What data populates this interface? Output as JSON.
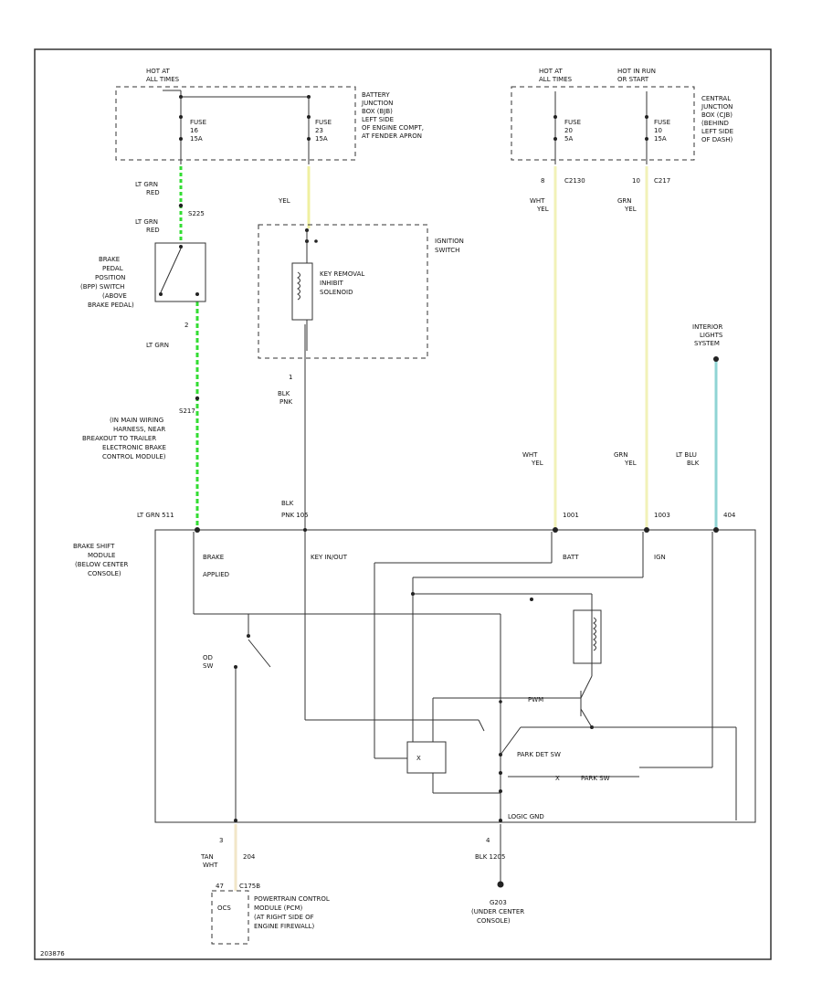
{
  "fuse_boxes": {
    "left": {
      "hot_at": [
        "HOT AT",
        "ALL TIMES"
      ],
      "desc": [
        "BATTERY",
        "JUNCTION",
        "BOX (BJB)",
        "LEFT SIDE",
        "OF ENGINE COMPT,",
        "AT FENDER APRON"
      ],
      "fuse_a": [
        "FUSE",
        "16",
        "15A"
      ],
      "fuse_b": [
        "FUSE",
        "23",
        "15A"
      ]
    },
    "right": {
      "hot_at_a": [
        "HOT AT",
        "ALL TIMES"
      ],
      "hot_at_b": [
        "HOT IN RUN",
        "OR START"
      ],
      "desc": [
        "CENTRAL",
        "JUNCTION",
        "BOX (CJB)",
        "(BEHIND",
        "LEFT SIDE",
        "OF DASH)"
      ],
      "fuse_a": [
        "FUSE",
        "20",
        "5A"
      ],
      "fuse_b": [
        "FUSE",
        "10",
        "15A"
      ]
    }
  },
  "wires": {
    "lt_grn_red_top": [
      "LT GRN",
      "RED"
    ],
    "splice_s225": "S225",
    "lt_grn_red_mid": [
      "LT GRN",
      "RED"
    ],
    "yel": "YEL",
    "wht_yel_top": [
      "WHT",
      "YEL"
    ],
    "grn_yel_top": [
      "GRN",
      "YEL"
    ],
    "pin_8": "8",
    "c2130": "C2130",
    "pin_10": "10",
    "c217": "C217",
    "pin_2": "2",
    "lt_grn_mid": "LT GRN",
    "pin_1": "1",
    "blk_pnk_mid": [
      "BLK",
      "PNK"
    ],
    "wht_yel_low": [
      "WHT",
      "YEL"
    ],
    "grn_yel_low": [
      "GRN",
      "YEL"
    ],
    "lt_blu_blk": [
      "LT BLU",
      "BLK"
    ],
    "lt_grn_511": "LT GRN  511",
    "blk_pnk_105": [
      "BLK",
      "PNK  105"
    ],
    "num_1001": "1001",
    "num_1003": "1003",
    "num_404": "404",
    "tan_wht": [
      "TAN",
      "WHT"
    ],
    "pin_3": "3",
    "num_204": "204",
    "pin_4": "4",
    "blk_1205": "BLK  1205"
  },
  "components": {
    "brake_switch": [
      "BRAKE",
      "PEDAL",
      "POSITION",
      "(BPP) SWITCH",
      "(ABOVE",
      "BRAKE PEDAL)"
    ],
    "ignition_switch": [
      "IGNITION",
      "SWITCH"
    ],
    "key_solenoid": [
      "KEY REMOVAL",
      "INHIBIT",
      "SOLENOID"
    ],
    "interior_lights": [
      "INTERIOR",
      "LIGHTS",
      "SYSTEM"
    ],
    "splice_s217": [
      "S217",
      "(IN MAIN WIRING",
      "HARNESS, NEAR",
      "BREAKOUT TO TRAILER",
      "ELECTRONIC BRAKE",
      "CONTROL MODULE)"
    ],
    "module": [
      "BRAKE SHIFT",
      "MODULE",
      "(BELOW CENTER",
      "CONSOLE)"
    ],
    "brake_applied": [
      "BRAKE",
      "APPLIED"
    ],
    "key_in_out": "KEY IN/OUT",
    "batt": "BATT",
    "ign": "IGN",
    "od_sw": [
      "OD",
      "SW"
    ],
    "park_det_sw": "PARK DET SW",
    "pwm": "PWM",
    "x_label": "X",
    "park_sw": "PARK SW",
    "logic_gnd": "LOGIC GND",
    "pcm_pin": "47",
    "pcm_conn": "C175B",
    "ocs": "OCS",
    "pcm_desc": [
      "POWERTRAIN CONTROL",
      "MODULE (PCM)",
      "(AT RIGHT SIDE OF",
      "ENGINE FIREWALL)"
    ],
    "ground_g203": [
      "G203",
      "(UNDER CENTER",
      "CONSOLE)"
    ]
  },
  "footer": {
    "code": "203876"
  },
  "colors": {
    "lt_grn": "#33dd33",
    "yel": "#f2f2b8",
    "lt_blu": "#8fd4d4",
    "tan_wht": "#f2e6c8",
    "line": "#333333"
  }
}
